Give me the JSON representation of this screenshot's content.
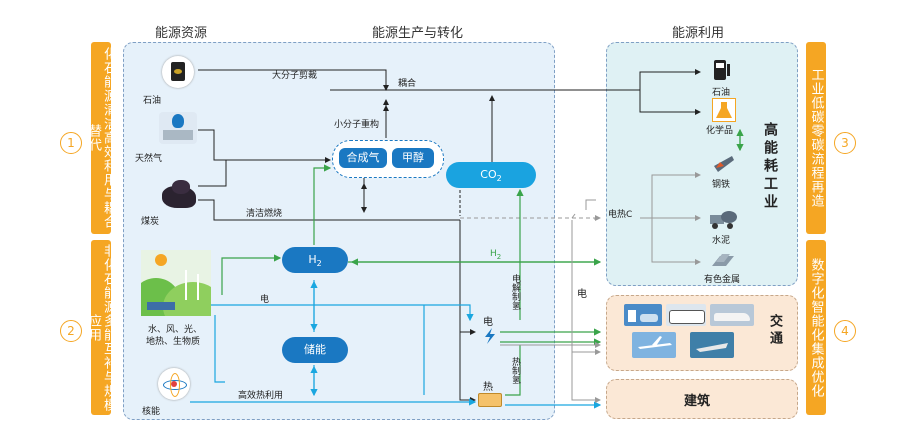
{
  "headers": {
    "resources": "能源资源",
    "production": "能源生产与转化",
    "utilization": "能源利用"
  },
  "side_bars": {
    "left_top": "化石能源清洁高效利用与耦合替代",
    "left_bottom": "非化石能源多能互补与规模应用",
    "right_top": "工业低碳零碳流程再造",
    "right_bottom": "数字化智能化集成优化"
  },
  "circle_numbers": [
    "1",
    "2",
    "3",
    "4"
  ],
  "sources": {
    "oil": "石油",
    "gas": "天然气",
    "coal": "煤炭",
    "renewables_line1": "水、风、光、",
    "renewables_line2": "地热、生物质",
    "nuclear": "核能"
  },
  "nodes": {
    "syngas": "合成气",
    "methanol": "甲醇",
    "co2": "CO",
    "co2_sub": "2",
    "h2": "H",
    "h2_sub": "2",
    "storage": "储能",
    "electric": "电",
    "heat": "热"
  },
  "flow_labels": {
    "macro_cracking": "大分子剪裁",
    "coupling": "耦合",
    "small_reform": "小分子重构",
    "clean_combustion": "清洁燃烧",
    "electricity": "电",
    "efficient_heat": "高效热利用",
    "h2_line": "H",
    "h2_line_sub": "2",
    "electrolysis": "电解制氢",
    "thermal_h2": "热制氢",
    "electric_c": "电热C",
    "electricity_right": "电"
  },
  "industry": {
    "title": "高能耗工业",
    "oil": "石油",
    "chemicals": "化学品",
    "steel": "钢铁",
    "cement": "水泥",
    "nonferrous": "有色金属"
  },
  "transport": {
    "title": "交通"
  },
  "building": {
    "title": "建筑"
  },
  "colors": {
    "accent_orange": "#f5a623",
    "panel_blue": "#e6f1fa",
    "pill_blue": "#1a78c2",
    "co2_blue": "#1aa3e0",
    "industry_teal": "#dff1f4",
    "transport_beige": "#fbe8d6",
    "green_line": "#3aa44a",
    "cyan_line": "#1aa7e0"
  }
}
